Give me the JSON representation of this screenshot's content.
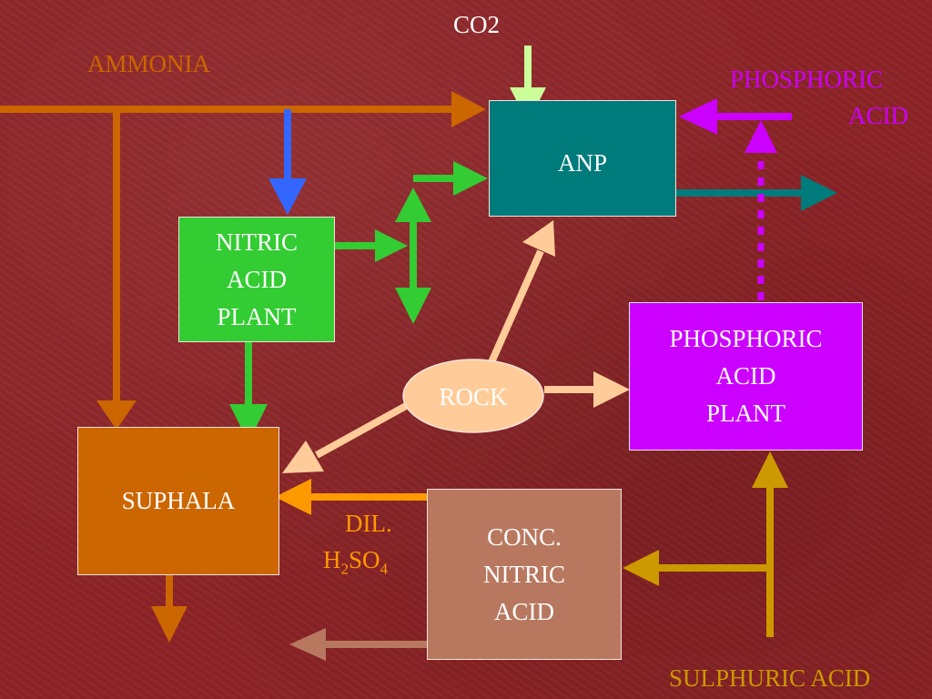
{
  "colors": {
    "background": "#8c2326",
    "ammonia": "#cc6600",
    "co2": "#ccff99",
    "nitric_plant": "#33cc33",
    "anp": "#007b7b",
    "phosphoric": "#cc00ff",
    "rock": "#ffcc99",
    "suphala": "#cc6600",
    "conc_nitric": "#b87860",
    "sulphuric": "#cc9900",
    "blue_arrow": "#3366ff"
  },
  "labels": {
    "co2": "CO2",
    "ammonia": "AMMONIA",
    "phosphoric_acid_line1": "PHOSPHORIC",
    "phosphoric_acid_line2": "ACID",
    "dil": "DIL.",
    "h2so4_h": "H",
    "h2so4_sub2": "2",
    "h2so4_so": "SO",
    "h2so4_sub4": "4",
    "sulphuric_acid": "SULPHURIC ACID"
  },
  "nodes": {
    "anp": "ANP",
    "nitric_acid_plant": "NITRIC\nACID\nPLANT",
    "phosphoric_acid_plant": "PHOSPHORIC\nACID\nPLANT",
    "rock": "ROCK",
    "suphala": "SUPHALA",
    "conc_nitric_acid": "CONC.\nNITRIC\nACID"
  }
}
